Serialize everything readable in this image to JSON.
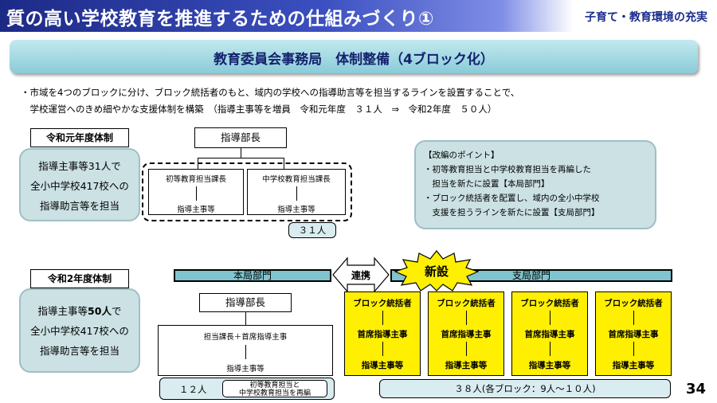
{
  "header": {
    "title": "質の高い学校教育を推進するための仕組みづくり①",
    "category": "子育て・教育環境の充実"
  },
  "subtitle": "教育委員会事務局　体制整備（4ブロック化）",
  "intro": [
    "・市域を4つのブロックに分け、ブロック統括者のもと、域内の学校への指導助言等を担当するラインを設置することで、",
    "　学校運営へのきめ細やかな支援体制を構築　（指導主事等を増員　令和元年度　３１人　⇒　令和2年度　５０人）"
  ],
  "before": {
    "label": "令和元年度体制",
    "summary": [
      "指導主事等31人で",
      "全小中学校417校への",
      "指導助言等を担当"
    ],
    "head": "指導部長",
    "sections": [
      {
        "title": "初等教育担当課長",
        "staff": "指導主事等"
      },
      {
        "title": "中学校教育担当課長",
        "staff": "指導主事等"
      }
    ],
    "count": "３１人"
  },
  "points": {
    "title": "【改編のポイント】",
    "lines": [
      "・初等教育担当と中学校教育担当を再編した",
      "　担当を新たに設置【本局部門】",
      "・ブロック統括者を配置し、域内の全小中学校",
      "　支援を担うラインを新たに設置【支局部門】"
    ]
  },
  "after": {
    "label": "令和2年度体制",
    "summary_pre": "指導主事等",
    "summary_num": "50人",
    "summary_post": "で",
    "summary": [
      "全小中学校417校への",
      "指導助言等を担当"
    ],
    "hq": {
      "bar": "本局部門",
      "head": "指導部長",
      "manager": "担当課長＋首席指導主事",
      "staff": "指導主事等",
      "count": "１２人",
      "note": [
        "初等教育担当と",
        "中学校教育担当を再編"
      ]
    },
    "link": "連携",
    "new_badge": "新設",
    "branch": {
      "bar": "支局部門",
      "blocks": [
        {
          "leader": "ブロック統括者",
          "chief": "首席指導主事",
          "staff": "指導主事等"
        },
        {
          "leader": "ブロック統括者",
          "chief": "首席指導主事",
          "staff": "指導主事等"
        },
        {
          "leader": "ブロック統括者",
          "chief": "首席指導主事",
          "staff": "指導主事等"
        },
        {
          "leader": "ブロック統括者",
          "chief": "首席指導主事",
          "staff": "指導主事等"
        }
      ],
      "count": "３８人(各ブロック：9人～１０人)"
    }
  },
  "page_number": "34"
}
